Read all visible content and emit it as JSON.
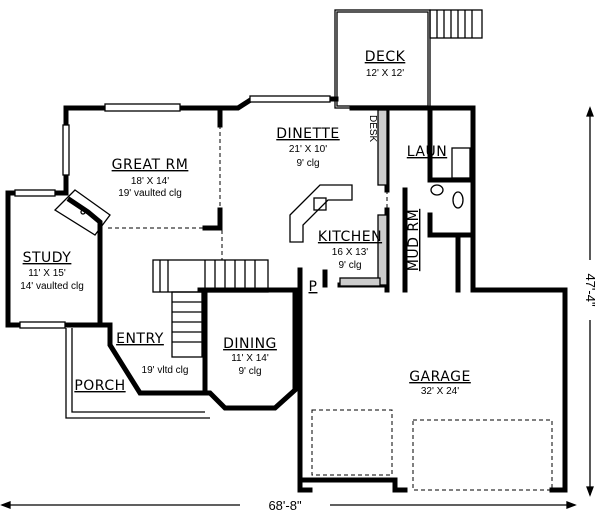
{
  "rooms": {
    "great_rm": {
      "name": "GREAT RM",
      "size": "18' X 14'",
      "ceiling": "19' vaulted clg"
    },
    "study": {
      "name": "STUDY",
      "size": "11' X 15'",
      "ceiling": "14' vaulted clg"
    },
    "entry": {
      "name": "ENTRY",
      "ceiling": "19' vltd clg"
    },
    "porch": {
      "name": "PORCH"
    },
    "dining": {
      "name": "DINING",
      "size": "11' X 14'",
      "ceiling": "9' clg"
    },
    "dinette": {
      "name": "DINETTE",
      "size": "21' X 10'",
      "ceiling": "9' clg"
    },
    "desk": {
      "name": "DESK"
    },
    "laun": {
      "name": "LAUN"
    },
    "kitchen": {
      "name": "KITCHEN",
      "size": "16 X 13'",
      "ceiling": "9' clg"
    },
    "mud_rm": {
      "name": "MUD RM"
    },
    "pantry": {
      "name": "P"
    },
    "garage": {
      "name": "GARAGE",
      "size": "32' X 24'"
    },
    "deck": {
      "name": "DECK",
      "size": "12' X 12'"
    }
  },
  "dimensions": {
    "width": "68'-8\"",
    "depth": "47'-4\""
  }
}
